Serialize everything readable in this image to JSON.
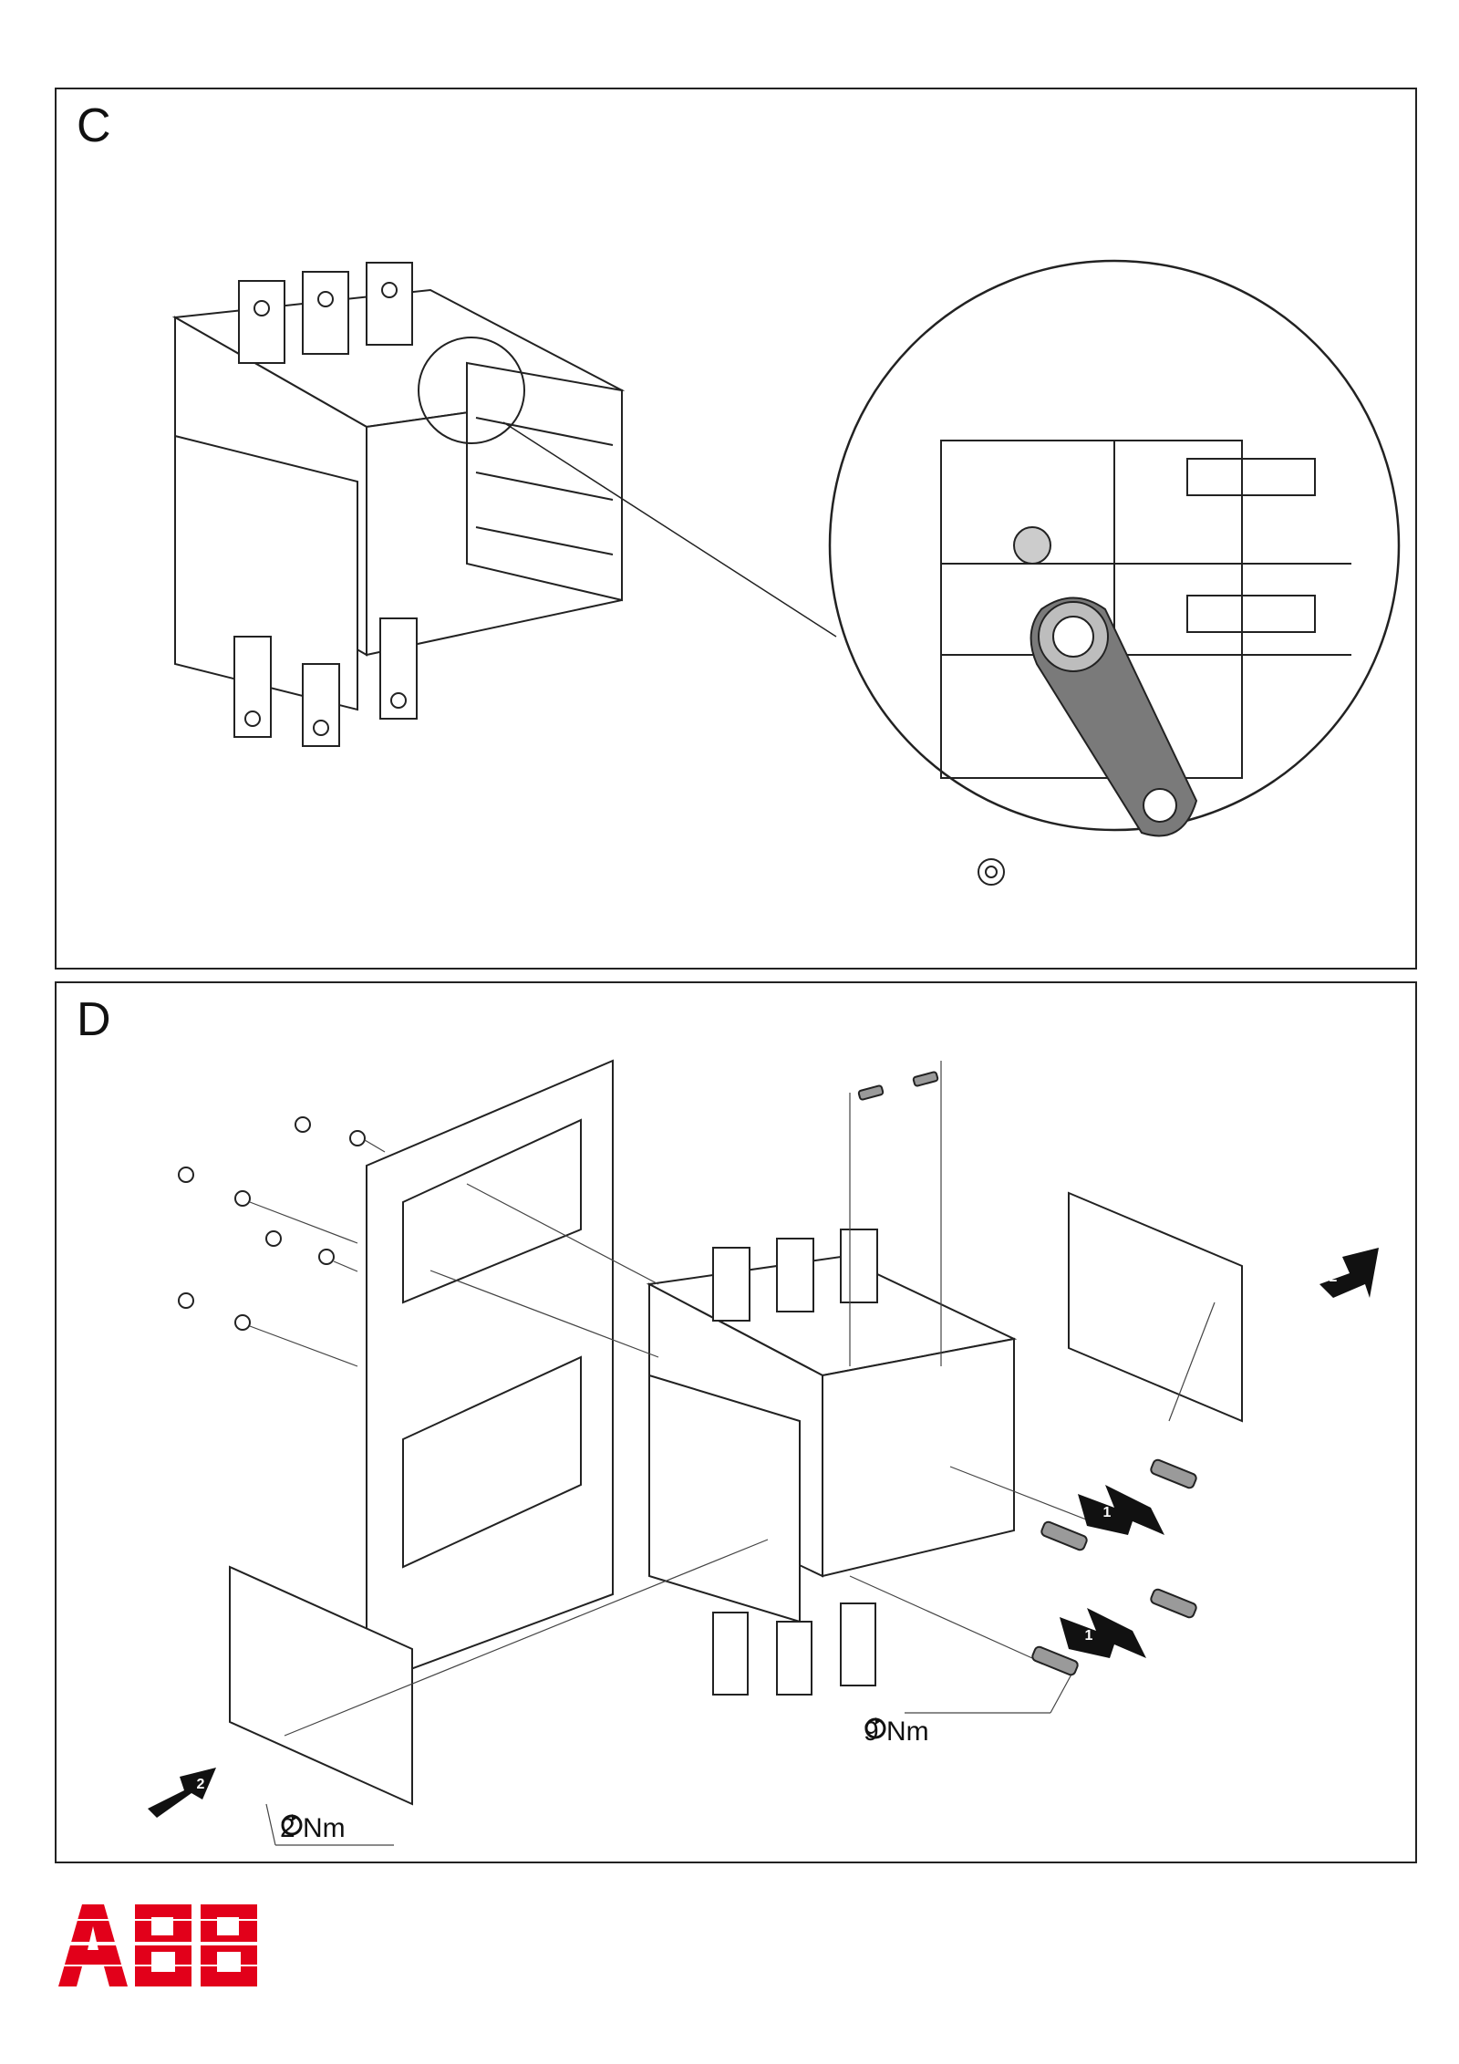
{
  "panels": [
    {
      "label": "C"
    },
    {
      "label": "D"
    }
  ],
  "callouts": {
    "torque_screws": "9 Nm",
    "torque_nuts": "2 Nm",
    "step_1": "1",
    "step_2": "2"
  },
  "icons": {
    "torque": "rotate-torque-icon",
    "arrow": "assembly-arrow-icon"
  },
  "logo": {
    "text": "ABB",
    "color": "#e2001a"
  }
}
